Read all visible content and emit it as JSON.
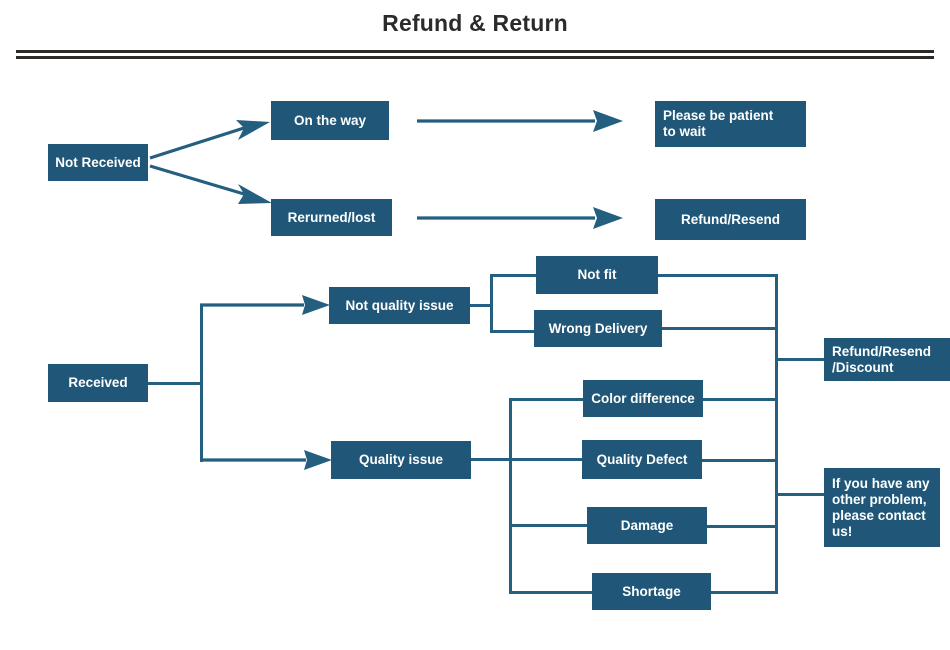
{
  "header": {
    "title": "Refund & Return"
  },
  "diagram": {
    "type": "flowchart",
    "box_color": "#205778",
    "connector_color": "#255f80",
    "text_color": "#ffffff",
    "nodes": {
      "not_received": "Not Received",
      "on_the_way": "On the way",
      "returned_lost": "Rerurned/lost",
      "please_wait": "Please be patient\nto wait",
      "refund_resend": "Refund/Resend",
      "received": "Received",
      "not_quality": "Not quality issue",
      "quality_issue": "Quality issue",
      "not_fit": "Not fit",
      "wrong_delivery": "Wrong Delivery",
      "color_diff": "Color difference",
      "quality_defect": "Quality Defect",
      "damage": "Damage",
      "shortage": "Shortage",
      "refund_discount": "Refund/Resend\n/Discount",
      "contact_us": "If you have any\n other problem,\nplease contact\nus!"
    },
    "flows": [
      {
        "from": "not_received",
        "to": "on_the_way"
      },
      {
        "from": "not_received",
        "to": "returned_lost"
      },
      {
        "from": "on_the_way",
        "to": "please_wait"
      },
      {
        "from": "returned_lost",
        "to": "refund_resend"
      },
      {
        "from": "received",
        "to": "not_quality"
      },
      {
        "from": "received",
        "to": "quality_issue"
      },
      {
        "from": "not_quality",
        "to": "not_fit"
      },
      {
        "from": "not_quality",
        "to": "wrong_delivery"
      },
      {
        "from": "quality_issue",
        "to": "color_diff"
      },
      {
        "from": "quality_issue",
        "to": "quality_defect"
      },
      {
        "from": "quality_issue",
        "to": "damage"
      },
      {
        "from": "quality_issue",
        "to": "shortage"
      },
      {
        "from": "not_fit",
        "to": "refund_discount"
      },
      {
        "from": "wrong_delivery",
        "to": "refund_discount"
      },
      {
        "from": "color_diff",
        "to": "contact_us"
      },
      {
        "from": "quality_defect",
        "to": "contact_us"
      },
      {
        "from": "damage",
        "to": "contact_us"
      },
      {
        "from": "shortage",
        "to": "contact_us"
      }
    ]
  }
}
